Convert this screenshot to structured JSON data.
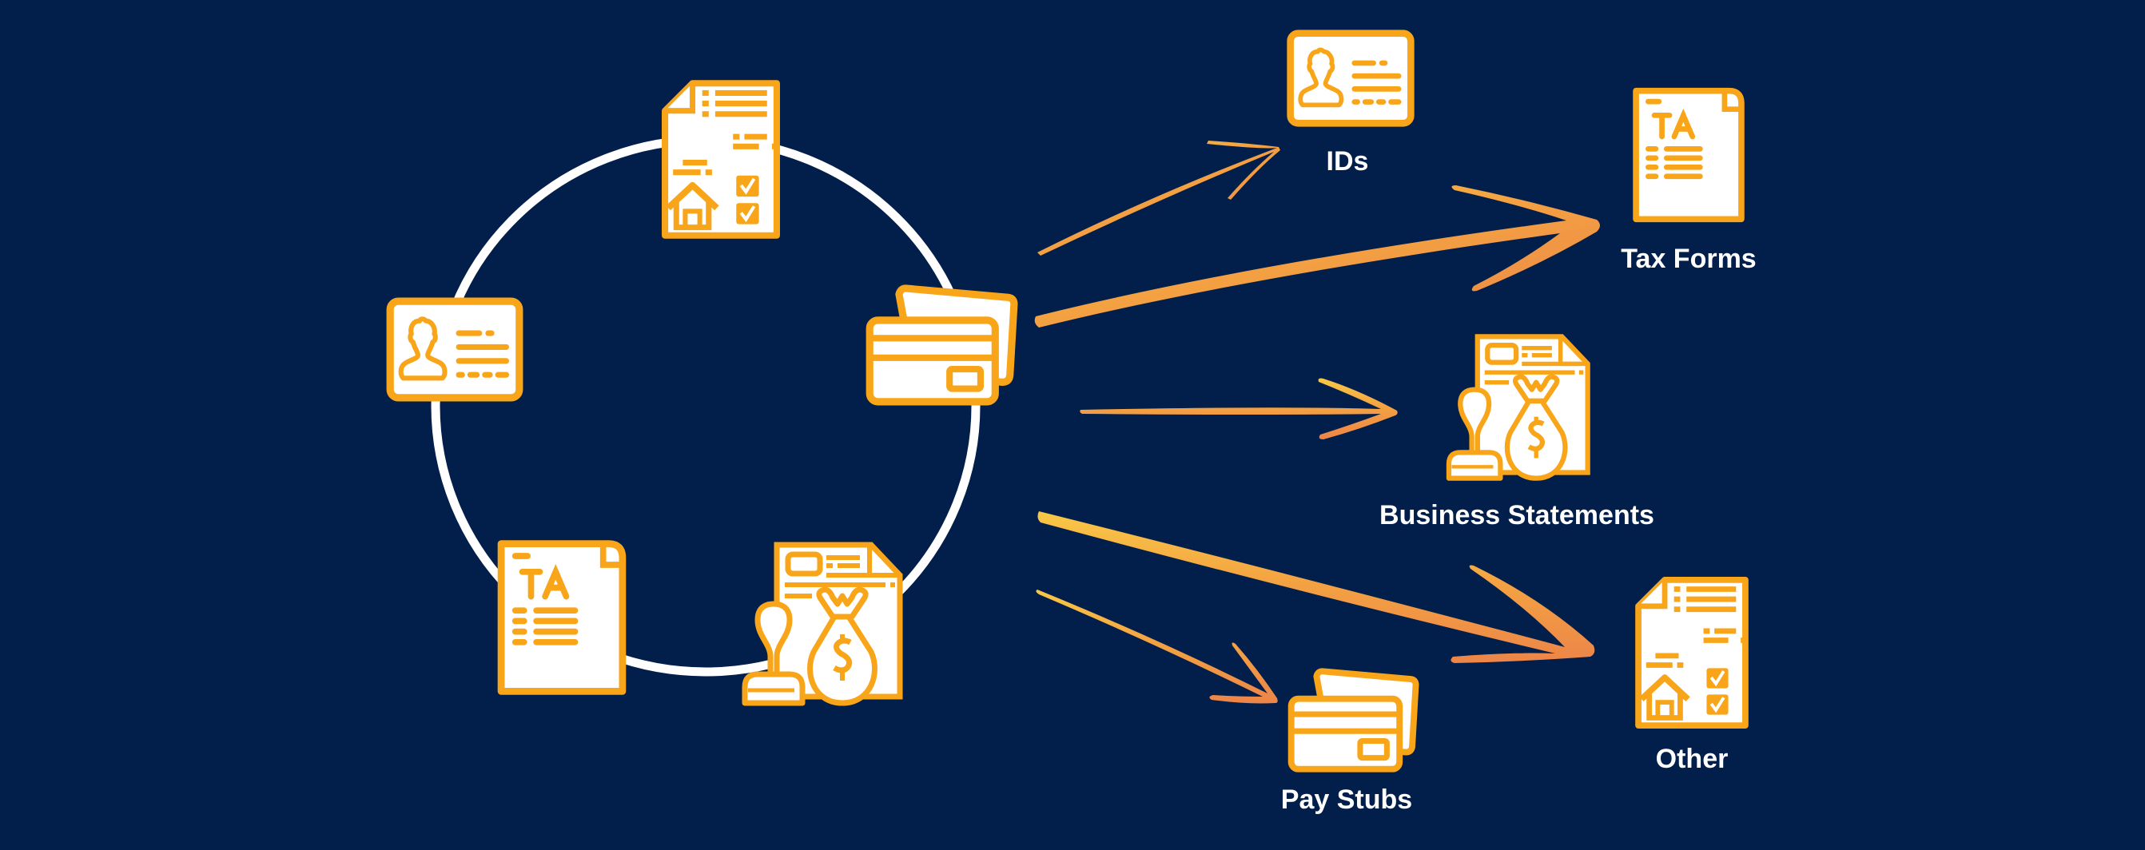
{
  "diagram": {
    "title": "Document types",
    "colors": {
      "background": "#021e4b",
      "icon_stroke": "#f9a51a",
      "icon_fill": "#ffffff",
      "circle": "#ffffff",
      "arrow_gradient_start": "#f9c846",
      "arrow_gradient_mid": "#f3a042",
      "arrow_gradient_end": "#ec8549",
      "label": "#ffffff"
    },
    "cycle": {
      "icons": [
        {
          "icon": "house-document-icon"
        },
        {
          "icon": "id-card-icon"
        },
        {
          "icon": "credit-cards-icon"
        },
        {
          "icon": "tax-form-icon"
        },
        {
          "icon": "stamp-money-bag-document-icon"
        }
      ]
    },
    "targets": [
      {
        "label": "IDs",
        "icon": "id-card-icon"
      },
      {
        "label": "Tax Forms",
        "icon": "tax-form-icon"
      },
      {
        "label": "Business Statements",
        "icon": "stamp-money-bag-document-icon"
      },
      {
        "label": "Pay Stubs",
        "icon": "credit-cards-icon"
      },
      {
        "label": "Other",
        "icon": "house-document-icon"
      }
    ]
  }
}
